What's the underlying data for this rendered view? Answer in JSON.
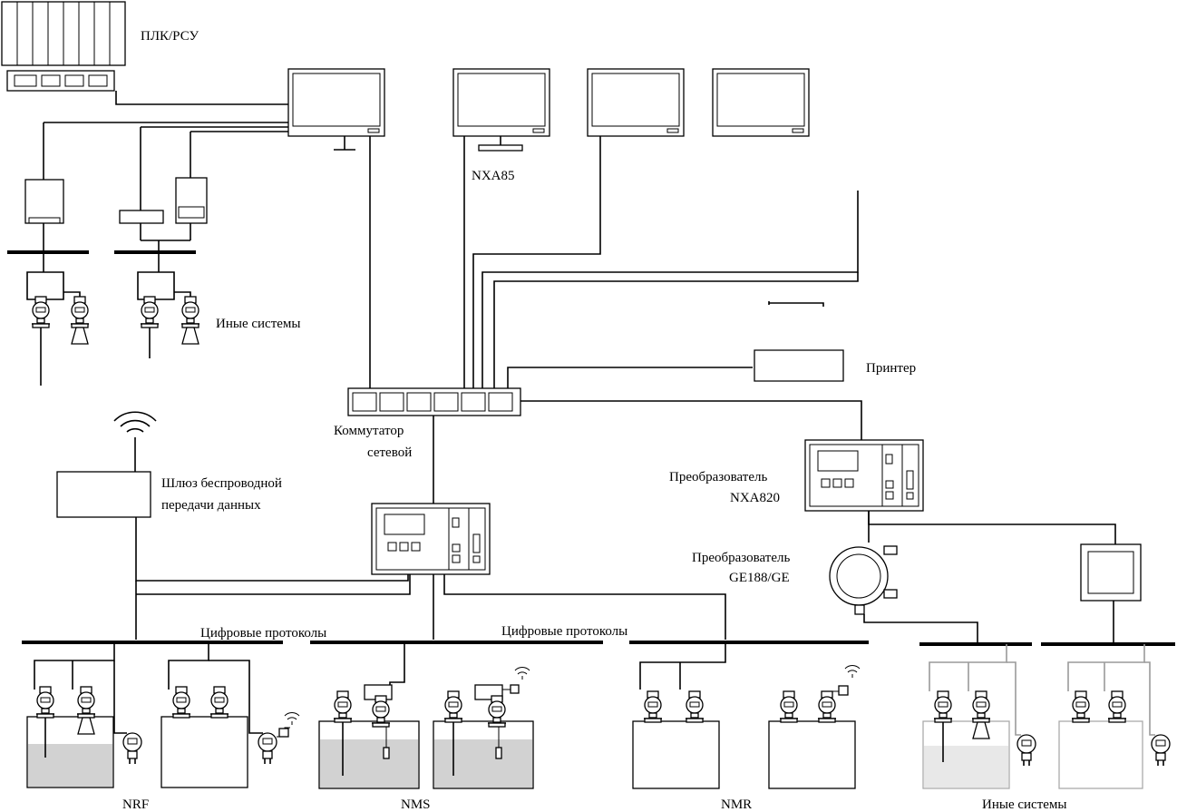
{
  "labels": {
    "plc": "ПЛК/РСУ",
    "nxa85": "NXA85",
    "other_systems_top": "Иные системы",
    "printer": "Принтер",
    "switch": "Коммутатор",
    "switch_line2": "сетевой",
    "wireless_gateway": "Шлюз беспроводной",
    "wireless_gateway_line2": "передачи данных",
    "converter_nxa820": "Преобразователь",
    "converter_nxa820_line2": "NXA820",
    "converter_ge": "Преобразователь",
    "converter_ge_line2": "GE188/GE",
    "digital_protocols_1": "Цифровые протоколы",
    "digital_protocols_2": "Цифровые протоколы",
    "nrf": "NRF",
    "nms": "NMS",
    "nmr": "NMR",
    "other_systems_bottom": "Иные системы"
  },
  "icons": {
    "plc": "plc-rack-icon",
    "monitor": "monitor-icon",
    "switch": "network-switch-icon",
    "printer": "printer-icon",
    "wireless": "wireless-signal-icon",
    "converter": "field-converter-icon",
    "gauge": "level-gauge-icon",
    "tank": "storage-tank-icon"
  }
}
